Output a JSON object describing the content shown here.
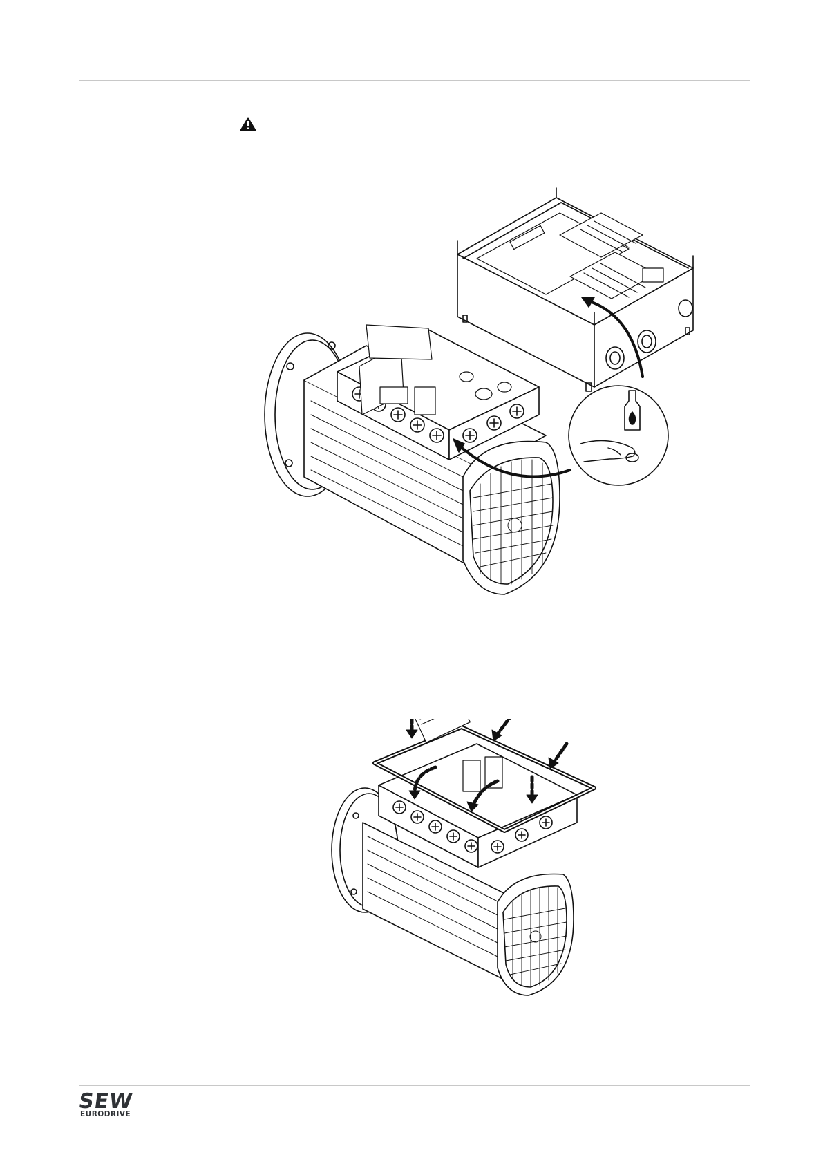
{
  "header": {},
  "warning": {
    "icon": "warning-triangle-icon"
  },
  "figures": [
    {
      "id": "figure-1",
      "icons": [
        "motor-icon",
        "inverter-box-icon",
        "curved-arrow-icon",
        "cleaning-agent-icon",
        "hand-wipe-icon"
      ]
    },
    {
      "id": "figure-2",
      "icons": [
        "motor-icon",
        "gasket-icon",
        "dashed-arrow-icon"
      ]
    }
  ],
  "footer": {
    "logo_text": "SEW",
    "logo_subtext": "EURODRIVE"
  }
}
